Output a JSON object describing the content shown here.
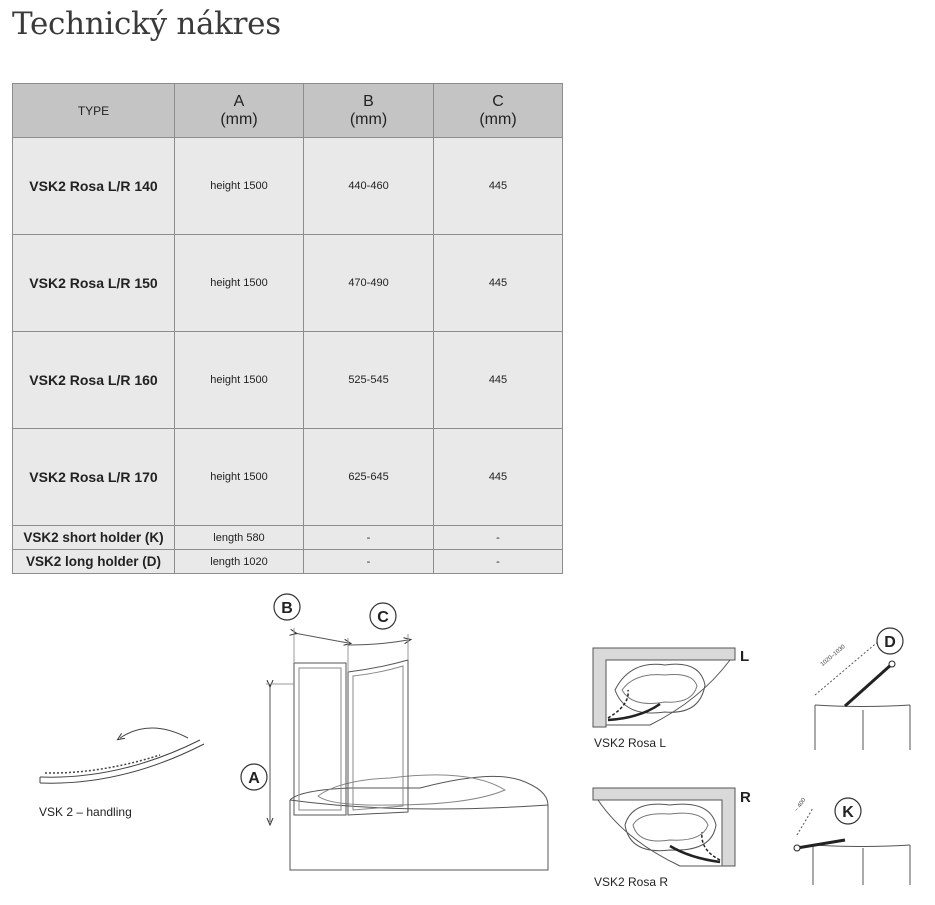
{
  "title": "Technický nákres",
  "table": {
    "headers": {
      "type": "TYPE",
      "a": {
        "letter": "A",
        "unit": "(mm)"
      },
      "b": {
        "letter": "B",
        "unit": "(mm)"
      },
      "c": {
        "letter": "C",
        "unit": "(mm)"
      }
    },
    "rows": [
      {
        "type": "VSK2 Rosa L/R 140",
        "a": "height 1500",
        "b": "440-460",
        "c": "445"
      },
      {
        "type": "VSK2 Rosa L/R 150",
        "a": "height 1500",
        "b": "470-490",
        "c": "445"
      },
      {
        "type": "VSK2 Rosa L/R 160",
        "a": "height 1500",
        "b": "525-545",
        "c": "445"
      },
      {
        "type": "VSK2 Rosa L/R 170",
        "a": "height 1500",
        "b": "625-645",
        "c": "445"
      },
      {
        "type": "VSK2 short holder (K)",
        "a": "length 580",
        "b": "-",
        "c": "-"
      },
      {
        "type": "VSK2 long holder (D)",
        "a": "length 1020",
        "b": "-",
        "c": "-"
      }
    ]
  },
  "captions": {
    "handling": "VSK 2 – handling",
    "rosa_l": "VSK2 Rosa L",
    "rosa_r": "VSK2 Rosa R"
  },
  "drawing_labels": {
    "a": "A",
    "b": "B",
    "c": "C",
    "d": "D",
    "k": "K",
    "l": "L",
    "r": "R"
  },
  "dimension_notes": {
    "long_holder": "1020–1030",
    "short_holder": "~ 400"
  }
}
